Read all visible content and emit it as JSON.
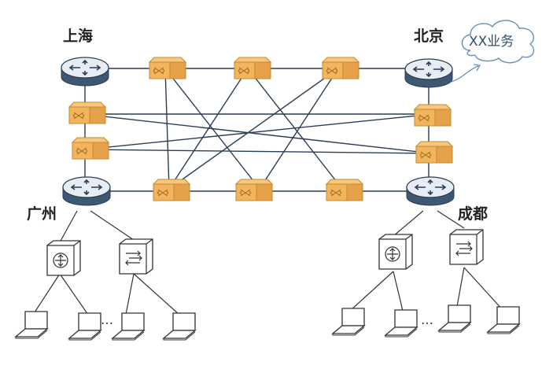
{
  "diagram": {
    "nodes": {
      "shanghai": "上海",
      "beijing": "北京",
      "guangzhou": "广州",
      "chengdu": "成都"
    },
    "cloud_label": "XX业务",
    "ellipsis_left": "…",
    "ellipsis_right": "…"
  },
  "colors": {
    "switch_fill": "#f2b55e",
    "switch_stroke": "#c48a2c",
    "router_top": "#e8edf3",
    "router_base": "#3e5772",
    "line": "#2b3d55"
  },
  "icons": [
    "router-icon",
    "optical-switch-icon",
    "access-switch-icon",
    "laptop-icon",
    "cloud-icon"
  ]
}
